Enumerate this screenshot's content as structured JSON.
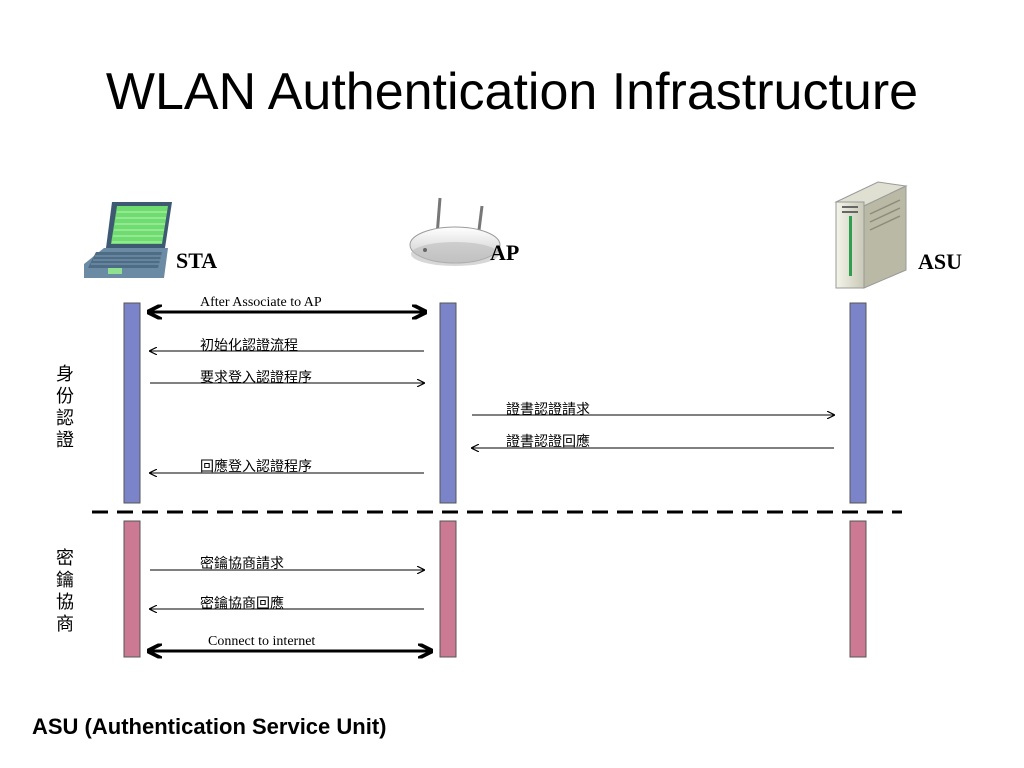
{
  "title": "WLAN Authentication Infrastructure",
  "nodes": {
    "sta": "STA",
    "ap": "AP",
    "asu": "ASU"
  },
  "phases": {
    "identity": "身份認證",
    "key": "密鑰協商"
  },
  "messages": [
    {
      "id": "after-associate",
      "text": "After Associate to AP",
      "from": "STA",
      "to": "AP",
      "bidirectional": true
    },
    {
      "id": "init-auth",
      "text": "初始化認證流程",
      "from": "AP",
      "to": "STA"
    },
    {
      "id": "login-request",
      "text": "要求登入認證程序",
      "from": "STA",
      "to": "AP"
    },
    {
      "id": "cert-request",
      "text": "證書認證請求",
      "from": "AP",
      "to": "ASU"
    },
    {
      "id": "cert-response",
      "text": "證書認證回應",
      "from": "ASU",
      "to": "AP"
    },
    {
      "id": "login-response",
      "text": "回應登入認證程序",
      "from": "AP",
      "to": "STA"
    },
    {
      "id": "key-request",
      "text": "密鑰協商請求",
      "from": "STA",
      "to": "AP"
    },
    {
      "id": "key-response",
      "text": "密鑰協商回應",
      "from": "AP",
      "to": "STA"
    },
    {
      "id": "connect-internet",
      "text": "Connect to internet",
      "from": "STA",
      "to": "AP",
      "bidirectional": true
    }
  ],
  "footer": "ASU (Authentication Service Unit)",
  "colors": {
    "identity_bar": "#7b83c9",
    "key_bar": "#cc7a93",
    "line": "#000000",
    "laptop_screen": "#6fdc6f",
    "laptop_body": "#6b8aa3"
  }
}
